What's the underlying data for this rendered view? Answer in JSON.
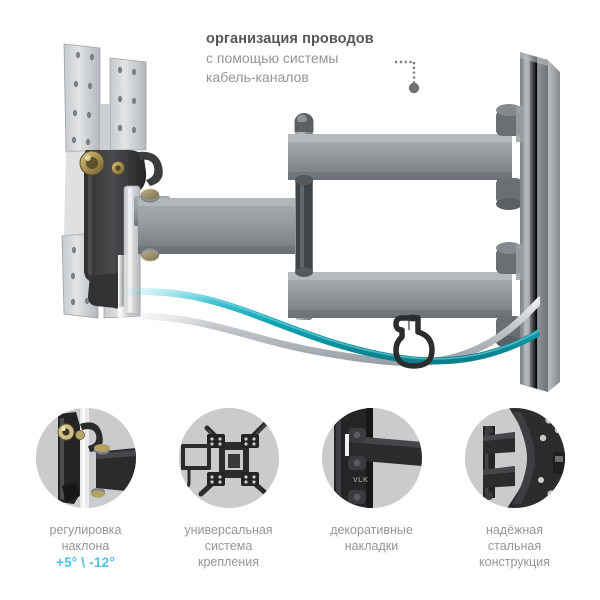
{
  "callout": {
    "title": "организация проводов",
    "subtitle_line1": "с помощью системы",
    "subtitle_line2": "кабель-каналов",
    "pointer_icon": "dotted-leader-icon"
  },
  "product": {
    "name": "tv-wall-mount-illustration",
    "parts": {
      "vesa_plate": "vesa-mounting-plate",
      "tilt_bracket": "tilt-adjust-bracket",
      "tilt_knob": "tilt-lock-knob",
      "extension_arm": "articulating-extension-arm",
      "upper_arm": "upper-arm-bar",
      "lower_arm": "lower-arm-bar",
      "wall_plate": "wall-mounting-plate",
      "cable_clip": "cable-management-clip"
    },
    "cables": [
      {
        "name": "teal-cable",
        "color": "#12a0ae"
      },
      {
        "name": "gray-cable",
        "color": "#b9bdc2"
      }
    ],
    "colors": {
      "metal_light": "#a9adb1",
      "metal_mid": "#8d9195",
      "metal_dark": "#6f7478",
      "plate_light": "#d6d8da",
      "black_part": "#3a3a3c",
      "brass_knob": "#b8a15a"
    }
  },
  "features": [
    {
      "id": "tilt-adjustment",
      "thumb": "tilt-mechanism-photo",
      "caption": "регулировка\nнаклона",
      "angle": "+5° \\ -12°"
    },
    {
      "id": "universal-mounting",
      "thumb": "vesa-spider-photo",
      "caption": "универсальная\nсистема\nкрепления",
      "angle": ""
    },
    {
      "id": "decorative-covers",
      "thumb": "wall-plate-cover-photo",
      "caption": "декоративные\nнакладки",
      "angle": ""
    },
    {
      "id": "steel-construction",
      "thumb": "steel-frame-photo",
      "caption": "надёжная\nстальная\nконструкция",
      "angle": ""
    }
  ],
  "branding": {
    "logo_text": "VLK"
  },
  "theme": {
    "background": "#ffffff",
    "title_color": "#53565a",
    "body_color": "#939598",
    "accent_color": "#4ec3ef",
    "thumb_bg": "#c9cbcd"
  }
}
